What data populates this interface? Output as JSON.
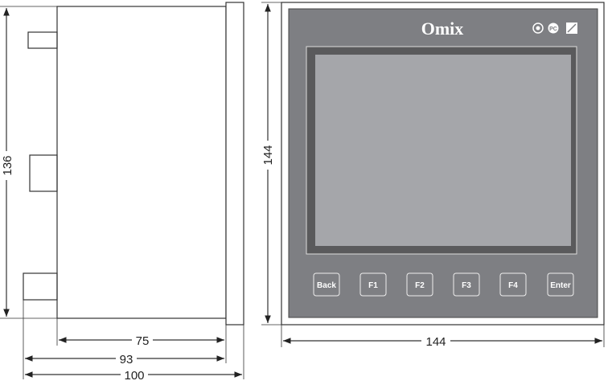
{
  "side_view": {
    "dimensions": {
      "height": "136",
      "depth_body": "75",
      "depth_with_clips": "93",
      "depth_total": "100"
    }
  },
  "front_view": {
    "brand": "Omix",
    "certification_icons": [
      "gost-r-mark-icon",
      "pct-mark-icon",
      "metrology-mark-icon"
    ],
    "buttons": [
      "Back",
      "F1",
      "F2",
      "F3",
      "F4",
      "Enter"
    ],
    "dimensions": {
      "height": "144",
      "width": "144"
    },
    "colors": {
      "panel": "#7e7f83",
      "bezel": "#5a5a5c",
      "screen": "#a5a6aa"
    }
  }
}
